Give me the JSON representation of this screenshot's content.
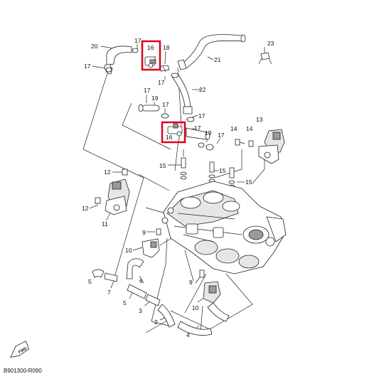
{
  "diagram": {
    "code": "B901300-R090",
    "fwd_label": "FWD",
    "highlight_color": "#e0001b",
    "labels": {
      "l20": "20",
      "l17a": "17",
      "l16a": "16",
      "l18": "18",
      "l23": "23",
      "l21": "21",
      "l17b": "17",
      "l17c": "17",
      "l22": "22",
      "l17d": "17",
      "l19a": "19",
      "l17e": "17",
      "l17f": "17",
      "l16b": "16",
      "l17g": "17",
      "l19b": "19",
      "l17h": "17",
      "l13": "13",
      "l14a": "14",
      "l14b": "14",
      "l15a": "15",
      "l15b": "15",
      "l15c": "15",
      "l12a": "12",
      "l12b": "12",
      "l11": "11",
      "l9a": "9",
      "l10a": "10",
      "l5a": "5",
      "l7": "7",
      "l6": "6",
      "l9b": "9",
      "l5b": "5",
      "l3": "3",
      "l10b": "10",
      "l2": "2",
      "l4": "4"
    }
  }
}
